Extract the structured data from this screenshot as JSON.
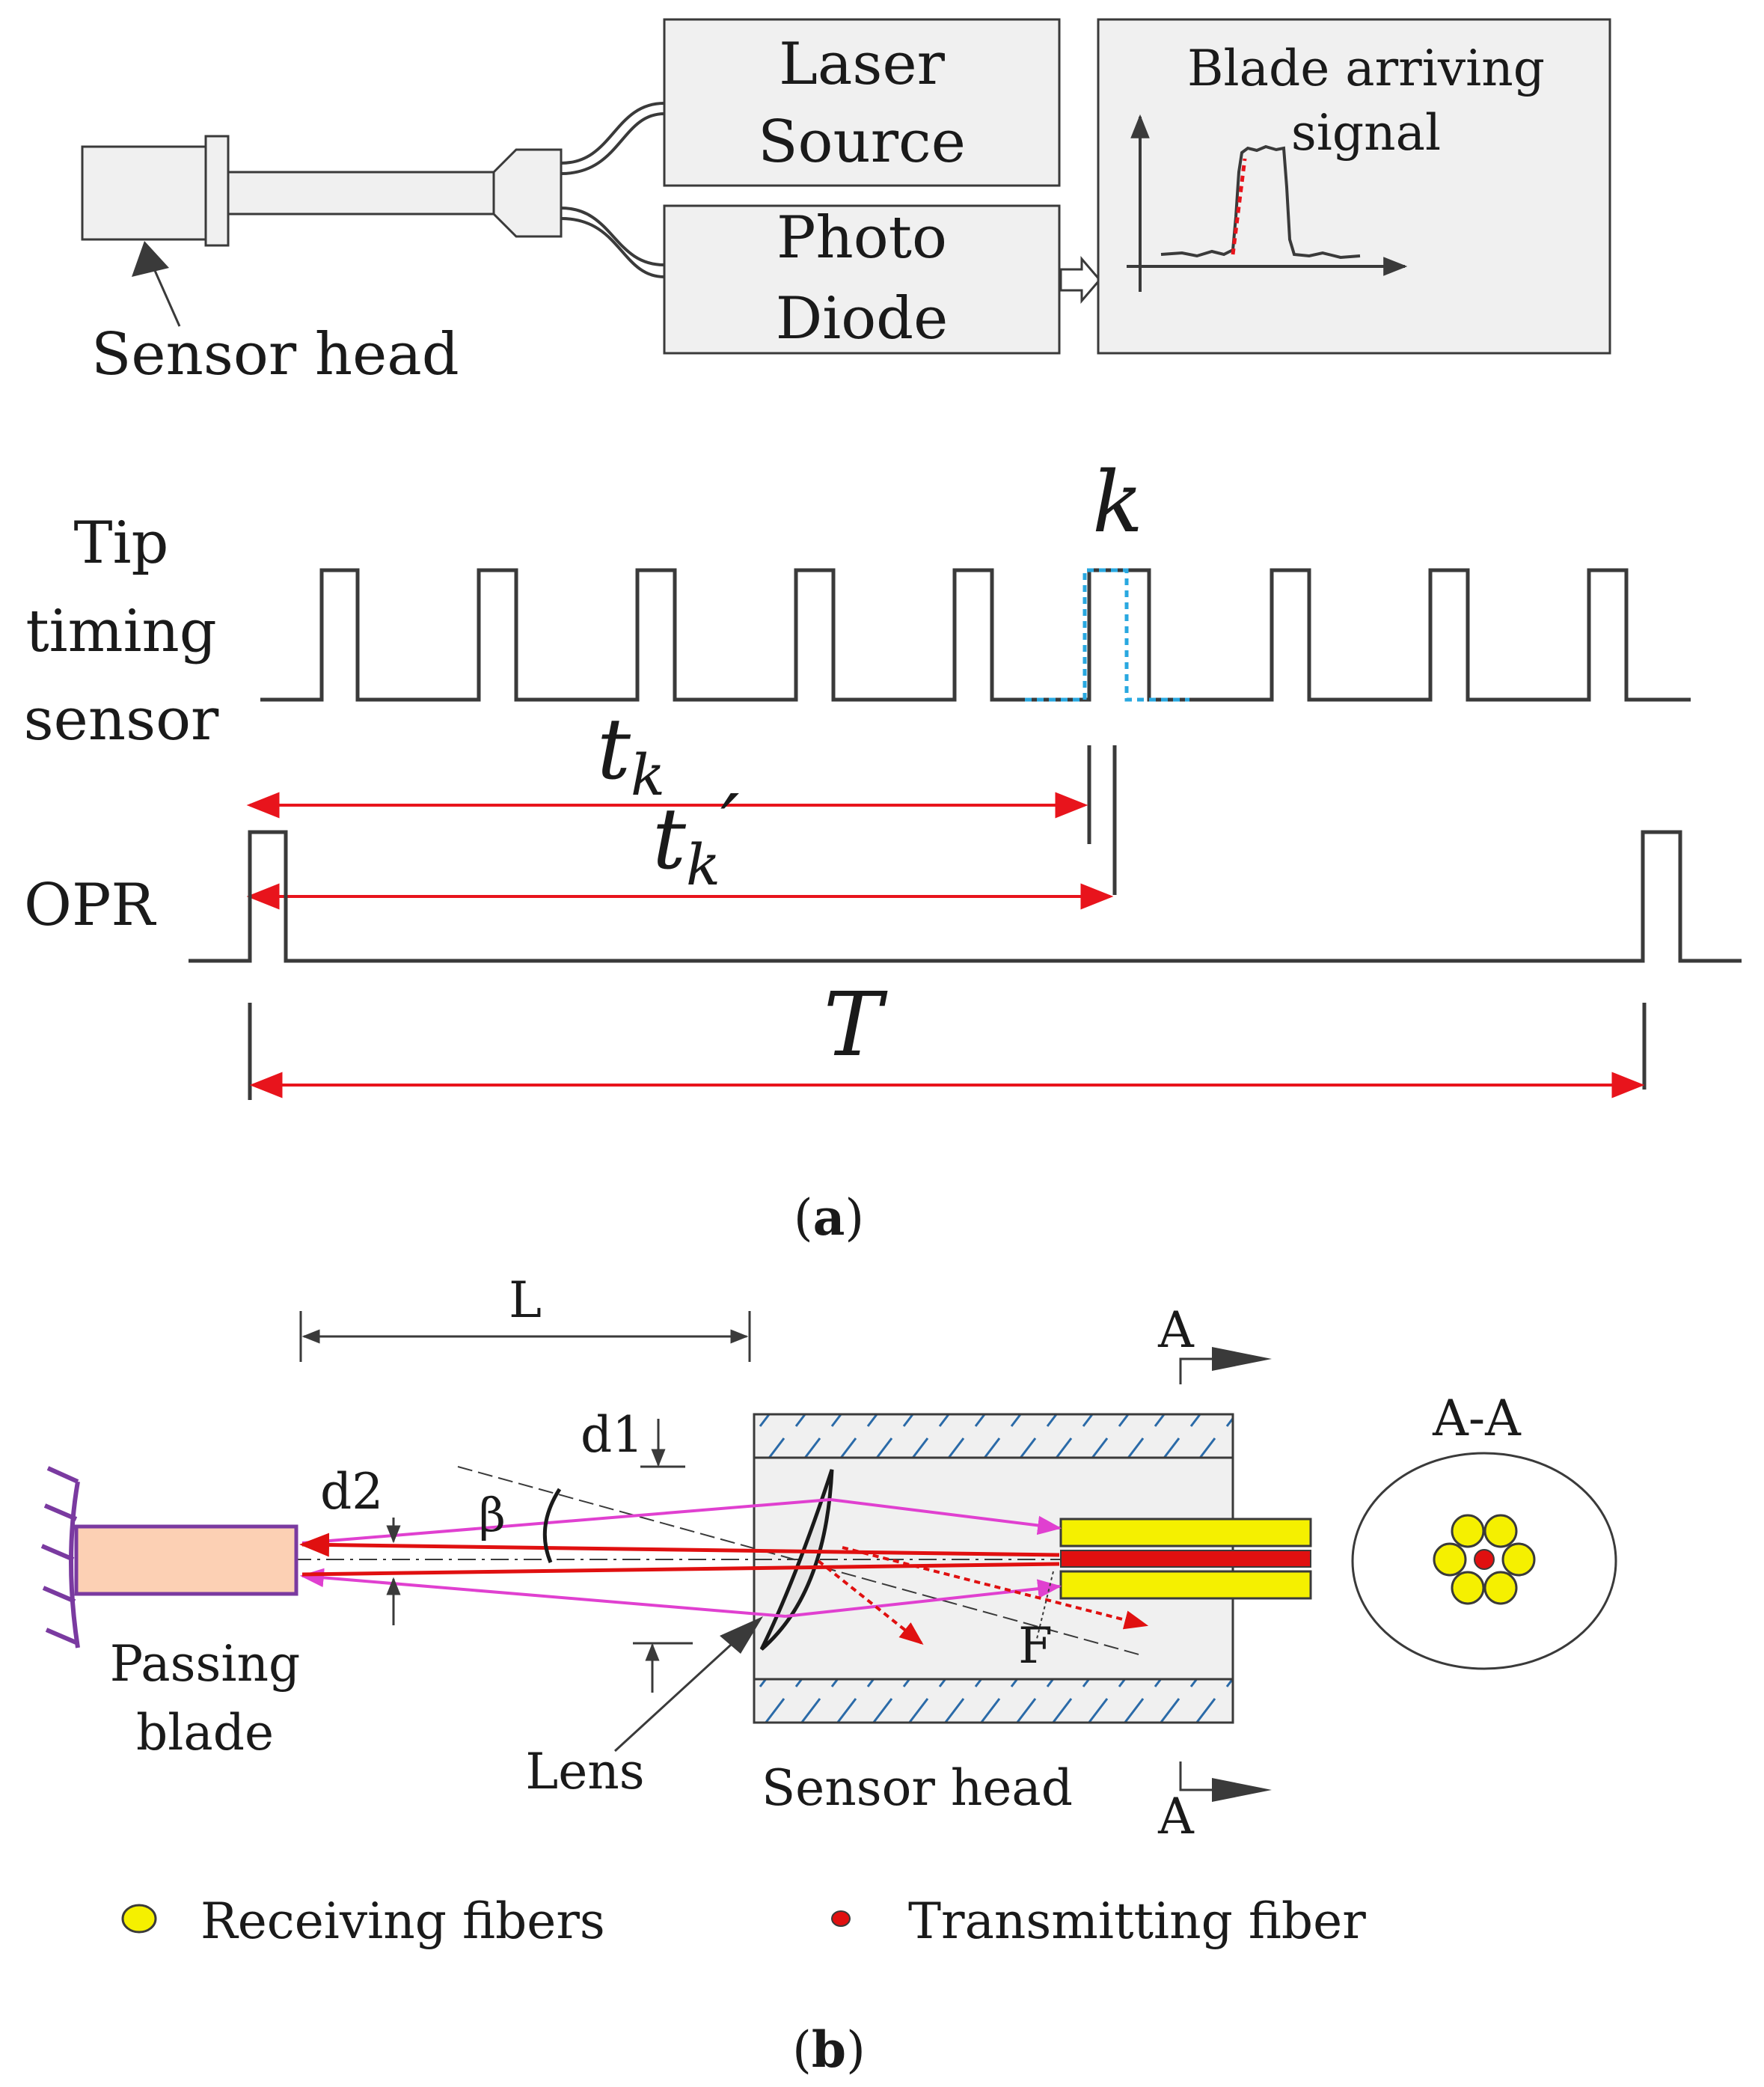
{
  "part_a": {
    "laser_source_line1": "Laser",
    "laser_source_line2": "Source",
    "photo_diode_line1": "Photo",
    "photo_diode_line2": "Diode",
    "signal_title_line1": "Blade arriving",
    "signal_title_line2": "signal",
    "sensor_head_label": "Sensor head",
    "tip_timing_line1": "Tip",
    "tip_timing_line2": "timing",
    "tip_timing_line3": "sensor",
    "k_label": "k",
    "tk_main": "t",
    "tk_sub": "k",
    "tkp_main": "t",
    "tkp_sub": "k",
    "tkp_prime": "′",
    "opr_label": "OPR",
    "T_label": "T",
    "caption_open": "(",
    "caption_letter": "a",
    "caption_close": ")"
  },
  "part_b": {
    "L_label": "L",
    "A_top": "A",
    "A_bottom": "A",
    "AA_label": "A-A",
    "d1_label": "d1",
    "d2_label": "d2",
    "beta_label": "β",
    "F_label": "F",
    "passing_blade_line1": "Passing",
    "passing_blade_line2": "blade",
    "lens_label": "Lens",
    "sensor_head_label": "Sensor head",
    "caption_open": "(",
    "caption_letter": "b",
    "caption_close": ")"
  },
  "legend": {
    "receiving": "Receiving fibers",
    "transmitting": "Transmitting fiber"
  },
  "colors": {
    "dark": "#3a3a3a",
    "box_fill": "#f0f0f0",
    "arrow_red": "#e8141c",
    "beam_red": "#e01010",
    "beam_magenta": "#e040d0",
    "blue_dotted": "#29a8e0",
    "fiber_yellow": "#f5f000",
    "blade_fill": "#fcd0b4",
    "blade_edge": "#7a3aa0"
  }
}
